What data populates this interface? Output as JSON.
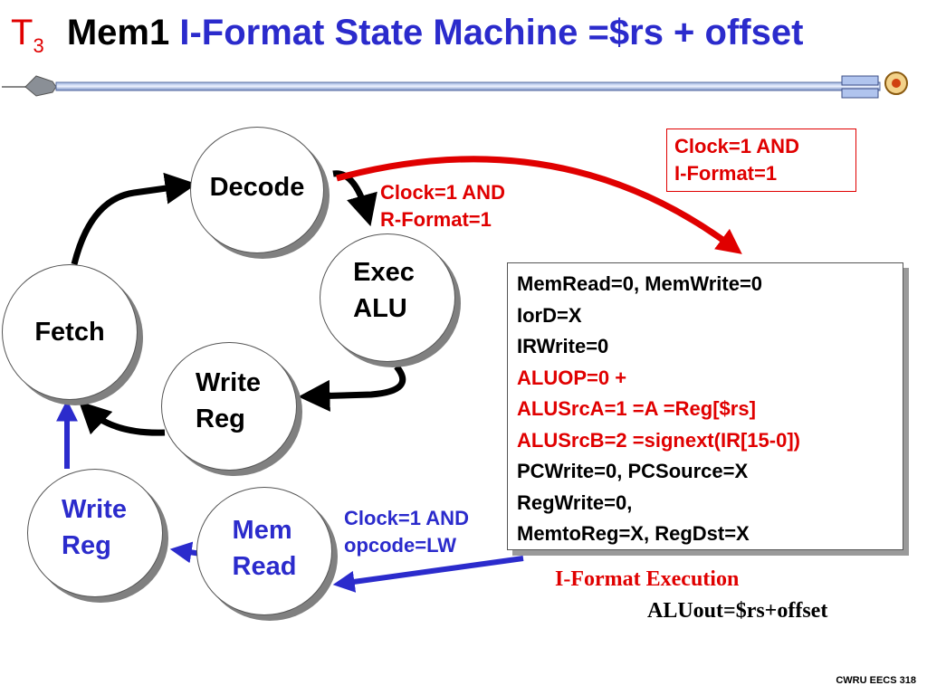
{
  "title": {
    "t": "T",
    "t_sub": "3",
    "mem": "Mem1",
    "rest": "I-Format State Machine =$rs + offset"
  },
  "states": {
    "decode": "Decode",
    "exec": "Exec\nALU",
    "fetch": "Fetch",
    "write_reg_top": "Write\nReg",
    "write_reg_bottom": "Write\nReg",
    "mem_read": "Mem\nRead"
  },
  "transitions": {
    "iformat": "Clock=1 AND\nI-Format=1",
    "rformat": "Clock=1 AND\nR-Format=1",
    "lw": "Clock=1 AND\nopcode=LW"
  },
  "signals": [
    {
      "text": "MemRead=0, MemWrite=0",
      "color": "#000000"
    },
    {
      "text": "IorD=X",
      "color": "#000000"
    },
    {
      "text": "IRWrite=0",
      "color": "#000000"
    },
    {
      "text": "ALUOP=0 +",
      "color": "#e00000"
    },
    {
      "text": "ALUSrcA=1 =A =Reg[$rs]",
      "color": "#e00000"
    },
    {
      "text": "ALUSrcB=2 =signext(IR[15-0])",
      "color": "#e00000"
    },
    {
      "text": "PCWrite=0, PCSource=X",
      "color": "#000000"
    },
    {
      "text": "RegWrite=0,",
      "color": "#000000"
    },
    {
      "text": "MemtoReg=X, RegDst=X",
      "color": "#000000"
    }
  ],
  "execution": {
    "heading": "I-Format Execution",
    "equation": "ALUout=$rs+offset"
  },
  "footer": "CWRU EECS 318",
  "colors": {
    "red": "#e00000",
    "blue": "#2b2bcc",
    "black": "#000000"
  }
}
